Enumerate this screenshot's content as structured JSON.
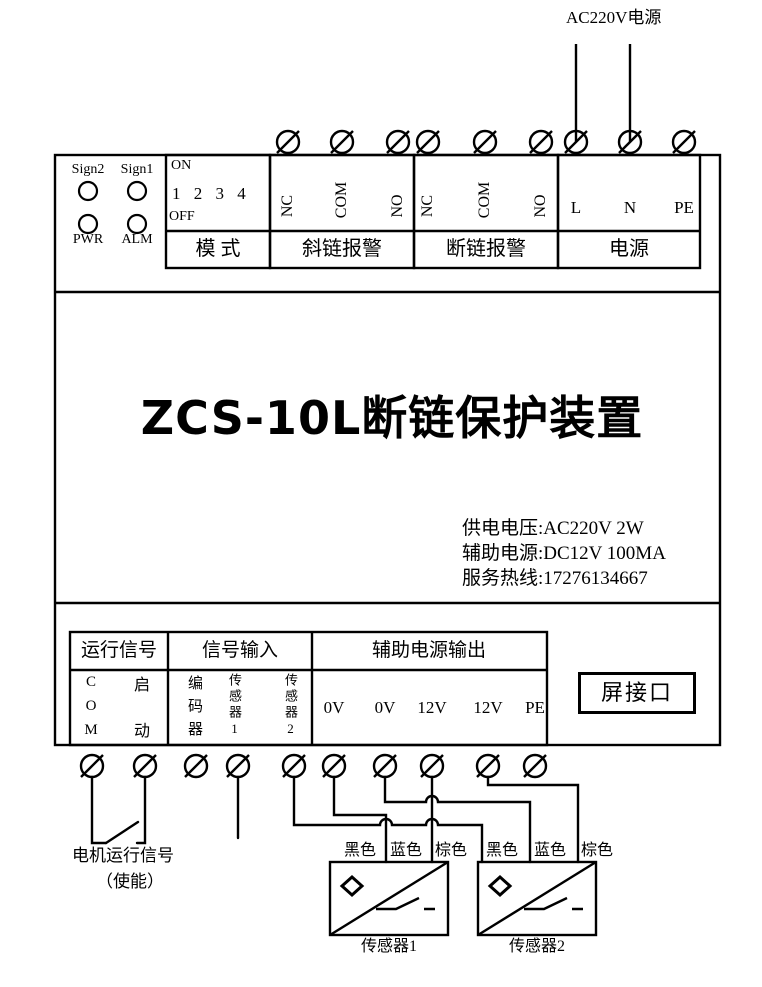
{
  "top": {
    "power_label": "AC220V电源"
  },
  "device": {
    "leds": {
      "sign2": "Sign2",
      "sign1": "Sign1",
      "pwr": "PWR",
      "alm": "ALM"
    },
    "mode": {
      "on": "ON",
      "numbers": "1 2 3 4",
      "off": "OFF",
      "label": "模 式"
    },
    "alarm1": {
      "terminals": [
        "NC",
        "COM",
        "NO"
      ],
      "label": "斜链报警"
    },
    "alarm2": {
      "terminals": [
        "NC",
        "COM",
        "NO"
      ],
      "label": "断链报警"
    },
    "power": {
      "terminals": [
        "L",
        "N",
        "PE"
      ],
      "label": "电源"
    },
    "title": "ZCS-10L断链保护装置",
    "specs": [
      "供电电压:AC220V 2W",
      "辅助电源:DC12V 100MA",
      "服务热线:17276134667"
    ],
    "bottom": {
      "run_signal": {
        "label": "运行信号",
        "com": "COM",
        "start": "启动"
      },
      "signal_input": {
        "label": "信号输入",
        "encoder": "编码器",
        "sensor1": "传感器1",
        "sensor2": "传感器2"
      },
      "aux_power": {
        "label": "辅助电源输出",
        "terminals": [
          "0V",
          "0V",
          "12V",
          "12V",
          "PE"
        ]
      },
      "screen_port": "屏接口"
    }
  },
  "wiring": {
    "motor_signal_line1": "电机运行信号",
    "motor_signal_line2": "（使能）",
    "sensor1": {
      "label": "传感器1",
      "wires": [
        "黑色",
        "蓝色",
        "棕色"
      ]
    },
    "sensor2": {
      "label": "传感器2",
      "wires": [
        "黑色",
        "蓝色",
        "棕色"
      ]
    }
  },
  "colors": {
    "line": "#000000",
    "background": "#ffffff"
  }
}
